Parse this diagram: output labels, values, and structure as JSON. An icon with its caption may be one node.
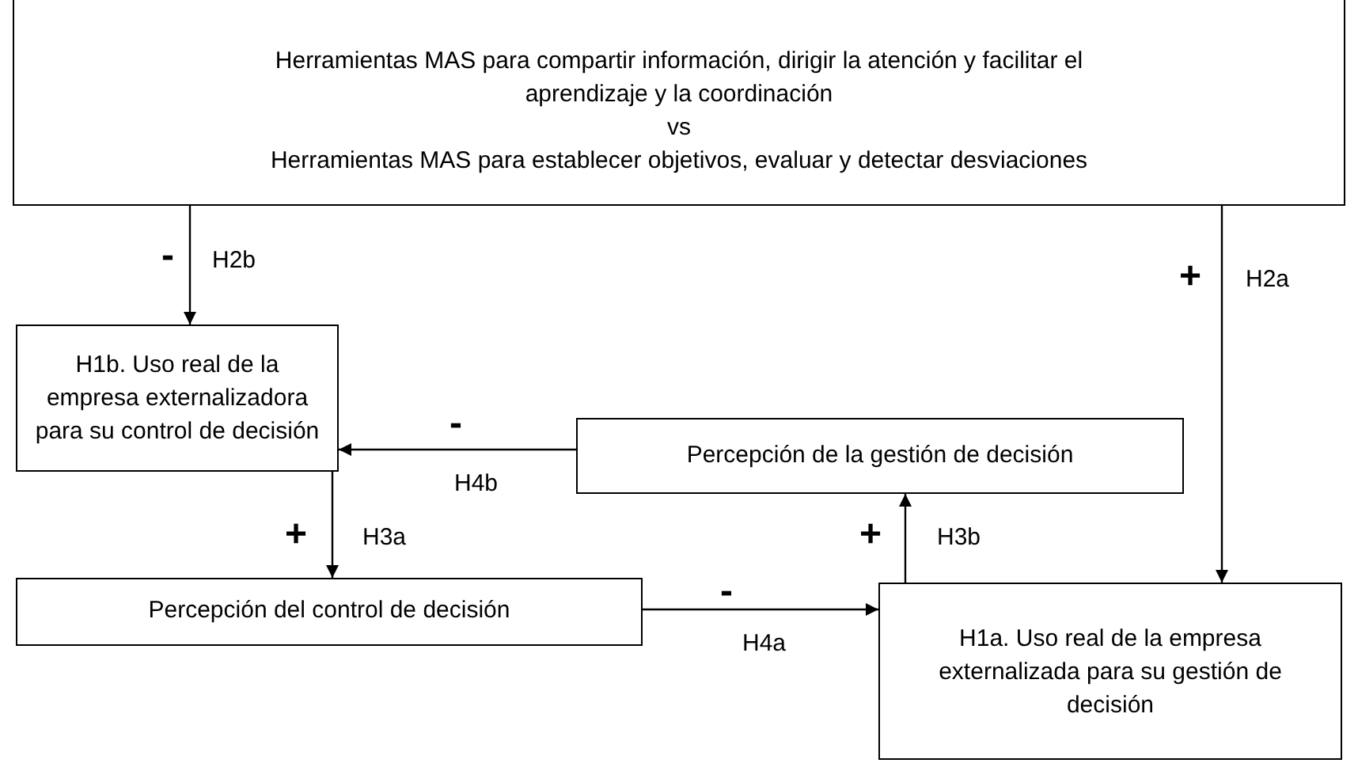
{
  "diagram": {
    "nodes": [
      {
        "text": [
          "Herramientas MAS para compartir información, dirigir la atención y facilitar el aprendizaje y la coordinación",
          "vs",
          "Herramientas MAS para establecer objetivos, evaluar y detectar desviaciones"
        ]
      },
      {
        "text": [
          "H1b. Uso real de la empresa externalizadora para su control de decisión"
        ]
      },
      {
        "text": [
          "Percepción de la gestión de decisión"
        ]
      },
      {
        "text": [
          "Percepción del control de decisión"
        ]
      },
      {
        "text": [
          "H1a. Uso real de la empresa externalizada para su gestión de decisión"
        ]
      }
    ],
    "edges": [
      {
        "from": 0,
        "to": 1,
        "arrow": "to",
        "label": "H2b"
      },
      {
        "from": 0,
        "to": 4,
        "arrow": "to",
        "label": "H2a"
      },
      {
        "from": 2,
        "to": 1,
        "arrow": "to",
        "label": "H4b"
      },
      {
        "from": 1,
        "to": 3,
        "arrow": "to",
        "label": "H3a"
      },
      {
        "from": 4,
        "to": 2,
        "arrow": "to",
        "label": "H3b"
      },
      {
        "from": 3,
        "to": 4,
        "arrow": "to",
        "label": "H4a"
      }
    ],
    "labels": [
      "-",
      "+",
      "-",
      "+",
      "+",
      "-"
    ]
  }
}
